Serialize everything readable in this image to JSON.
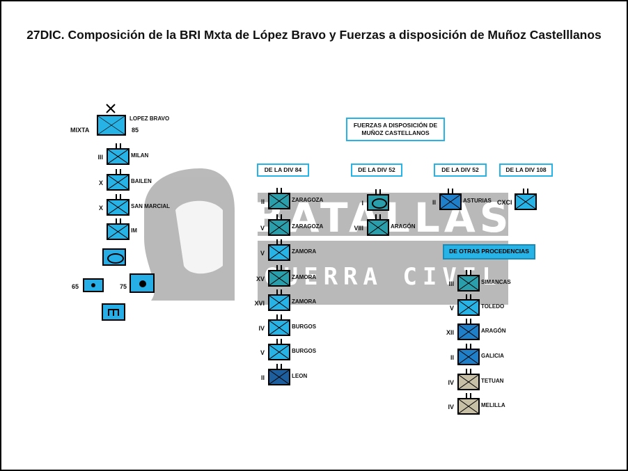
{
  "title": "27DIC. Composición de la BRI Mxta de López Bravo y Fuerzas a disposición de Muñoz Castelllanos",
  "watermark": {
    "word1": "BATALLAS",
    "word2": "GUERRA CIVIL"
  },
  "colors": {
    "light": "#27b3e6",
    "teal": "#2a9fab",
    "mid": "#1f7fc9",
    "dark": "#1d5f9e",
    "tan": "#c7bfa6",
    "watermark": "#8f8f8f"
  },
  "brigade": {
    "name": "LOPEZ BRAVO",
    "type": "MIXTA",
    "number": "85",
    "units": [
      {
        "echelon": "III",
        "label": "MILAN"
      },
      {
        "echelon": "X",
        "label": "BAILEN"
      },
      {
        "echelon": "X",
        "label": "SAN MARCIAL"
      },
      {
        "echelon": "",
        "label": "IM"
      }
    ],
    "artillery": [
      {
        "label": "65"
      },
      {
        "label": "75"
      }
    ]
  },
  "forces_title": "FUERZAS A DISPOSICIÓN  DE MUÑOZ CASTELLANOS",
  "groups": {
    "div84": {
      "title": "DE LA DIV 84",
      "units": [
        {
          "echelon": "II",
          "label": "ZARAGOZA"
        },
        {
          "echelon": "V",
          "label": "ZARAGOZA"
        },
        {
          "echelon": "V",
          "label": "ZAMORA"
        },
        {
          "echelon": "XV",
          "label": "ZAMORA"
        },
        {
          "echelon": "XVI",
          "label": "ZAMORA"
        },
        {
          "echelon": "IV",
          "label": "BURGOS"
        },
        {
          "echelon": "V",
          "label": "BURGOS"
        },
        {
          "echelon": "II",
          "label": "LEON"
        }
      ]
    },
    "div52a": {
      "title": "DE LA DIV 52",
      "units": [
        {
          "echelon": "I",
          "label": ""
        },
        {
          "echelon": "VIII",
          "label": "ARAGÓN"
        }
      ]
    },
    "div52b": {
      "title": "DE LA DIV 52",
      "units": [
        {
          "echelon": "II",
          "label": "ASTURIAS"
        }
      ]
    },
    "div108": {
      "title": "DE LA DIV 108",
      "units": [
        {
          "echelon": "CXCI",
          "label": ""
        }
      ]
    },
    "otras": {
      "title": "DE  OTRAS PROCEDENCIAS",
      "units": [
        {
          "echelon": "III",
          "label": "SIMANCAS"
        },
        {
          "echelon": "V",
          "label": "TOLEDO"
        },
        {
          "echelon": "XII",
          "label": "ARAGÓN"
        },
        {
          "echelon": "II",
          "label": "GALICIA"
        },
        {
          "echelon": "IV",
          "label": "TETUAN"
        },
        {
          "echelon": "IV",
          "label": "MELILLA"
        }
      ]
    }
  }
}
